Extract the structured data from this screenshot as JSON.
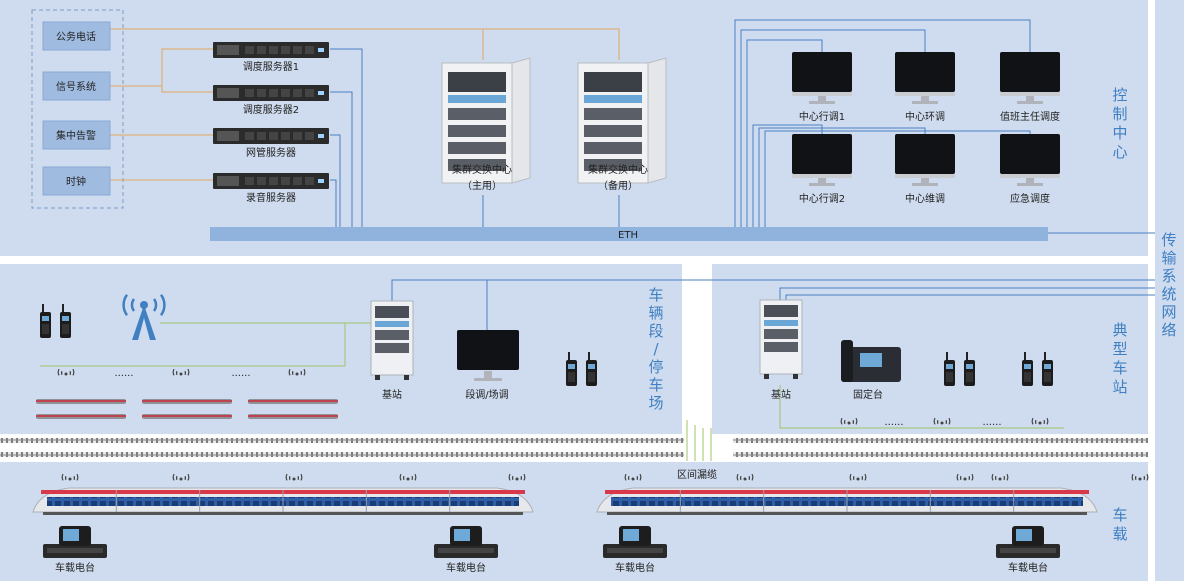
{
  "left_boxes": [
    "公务电话",
    "信号系统",
    "集中告警",
    "时钟"
  ],
  "servers": [
    "调度服务器1",
    "调度服务器2",
    "网管服务器",
    "录音服务器"
  ],
  "switches": [
    {
      "name": "集群交换中心",
      "role": "（主用）"
    },
    {
      "name": "集群交换中心",
      "role": "（备用）"
    }
  ],
  "monitors": [
    "中心行调1",
    "中心环调",
    "值班主任调度",
    "中心行调2",
    "中心维调",
    "应急调度"
  ],
  "eth_label": "ETH",
  "zones": {
    "control": "控制中心",
    "depot": "车辆段/停车场",
    "station": "典型车站",
    "transport": "传输系统网络",
    "onboard": "车载"
  },
  "depot": {
    "base_station": "基站",
    "dispatch": "段调/场调",
    "dots": [
      "......",
      "......"
    ]
  },
  "station": {
    "base_station": "基站",
    "fixed": "固定台",
    "dots": [
      "......",
      "......"
    ]
  },
  "leaky_cable": "区间漏缆",
  "vehicle_radio": [
    "车载电台",
    "车载电台",
    "车载电台",
    "车载电台"
  ],
  "colors": {
    "panel": "#cfdcef",
    "zone_text": "#3f7fc2",
    "line_blue": "#4a7fc0",
    "line_orange": "#e2a65c",
    "line_green": "#9cc56a",
    "train_red": "#d8384a",
    "train_blue": "#2f5fa6"
  }
}
